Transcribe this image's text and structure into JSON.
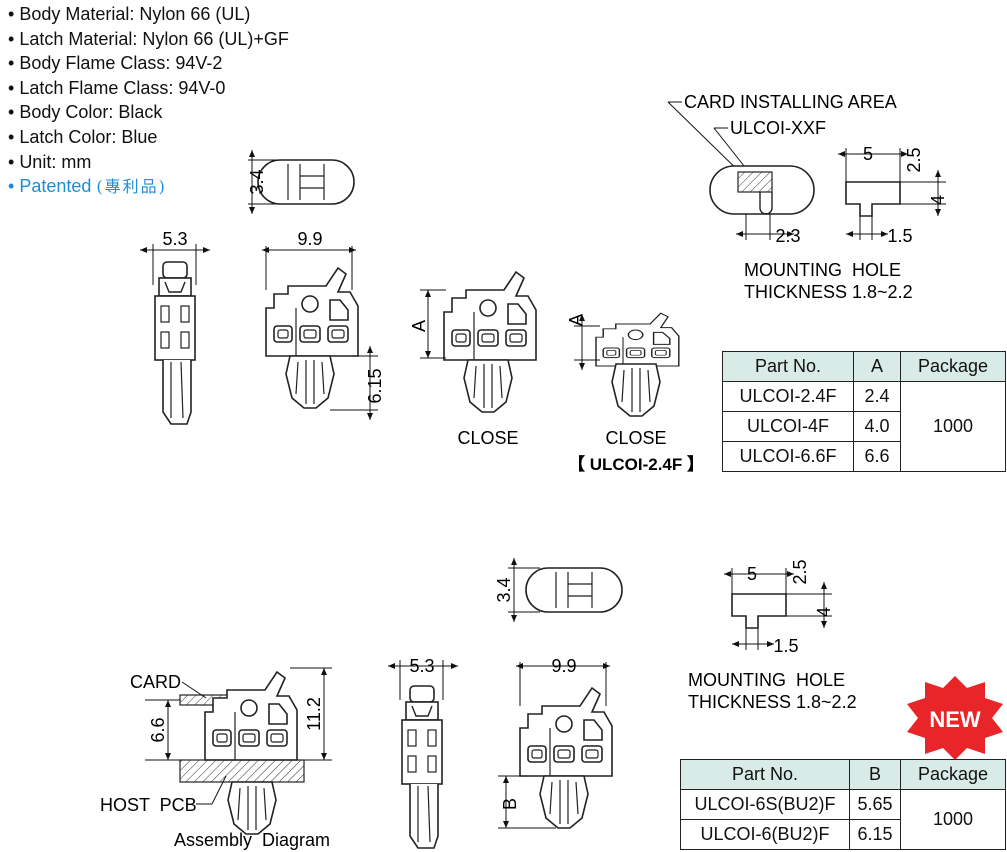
{
  "specs": {
    "items": [
      "Body Material: Nylon 66 (UL)",
      "Latch Material: Nylon 66 (UL)+GF",
      "Body Flame Class: 94V-2",
      "Latch Flame Class: 94V-0",
      "Body Color: Black",
      "Latch Color: Blue",
      "Unit: mm"
    ],
    "patented_label": "Patented",
    "patented_cjk": "(專利品)"
  },
  "colors": {
    "accent": "#1a8fd8",
    "table_header": "#d9ebe7",
    "badge_red": "#e8262a"
  },
  "top_section": {
    "card_installing_area": "CARD INSTALLING AREA",
    "ulcoi_xxf": "ULCOI-XXF",
    "hole_dims": {
      "w": "5",
      "t": "2.5",
      "h": "4",
      "a": "2.3",
      "b": "1.5"
    },
    "mounting_hole_line1": "MOUNTING  HOLE",
    "mounting_hole_line2": "THICKNESS 1.8~2.2",
    "top_view_dim": "3.4",
    "side_view_width": "5.3",
    "front_view_width": "9.9",
    "front_view_height": "6.15",
    "close_label": "CLOSE",
    "a_label": "A",
    "ulcoi_24f_label": "【 ULCOI-2.4F 】"
  },
  "table1": {
    "headers": [
      "Part No.",
      "A",
      "Package"
    ],
    "rows": [
      {
        "part": "ULCOI-2.4F",
        "a": "2.4"
      },
      {
        "part": "ULCOI-4F",
        "a": "4.0"
      },
      {
        "part": "ULCOI-6.6F",
        "a": "6.6"
      }
    ],
    "package": "1000"
  },
  "bottom_section": {
    "top_view_dim": "3.4",
    "hole_dims": {
      "w": "5",
      "t": "2.5",
      "h": "4",
      "b": "1.5"
    },
    "mounting_hole_line1": "MOUNTING  HOLE",
    "mounting_hole_line2": "THICKNESS 1.8~2.2",
    "card_label": "CARD",
    "host_pcb_label": "HOST  PCB",
    "assembly_label": "Assembly  Diagram",
    "card_dim": "6.6",
    "height_dim": "11.2",
    "side_view_width": "5.3",
    "front_view_width": "9.9",
    "b_label": "B",
    "new_badge": "NEW"
  },
  "table2": {
    "headers": [
      "Part No.",
      "B",
      "Package"
    ],
    "rows": [
      {
        "part": "ULCOI-6S(BU2)F",
        "b": "5.65"
      },
      {
        "part": "ULCOI-6(BU2)F",
        "b": "6.15"
      }
    ],
    "package": "1000"
  }
}
